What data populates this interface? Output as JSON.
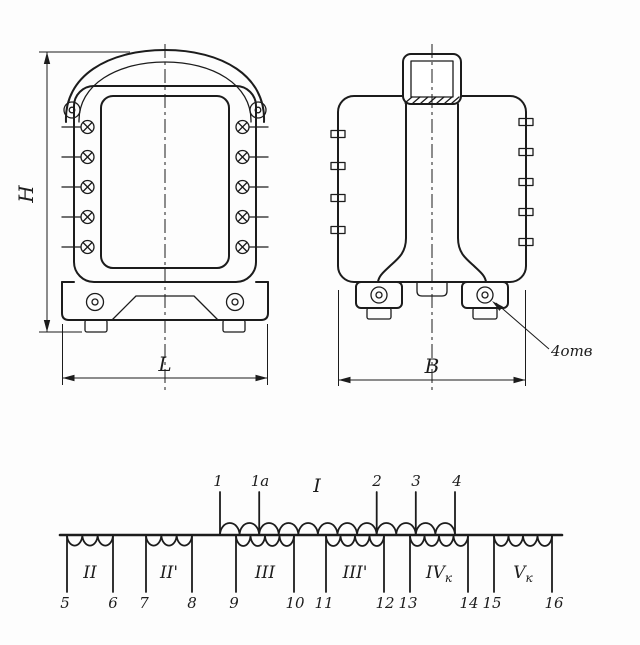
{
  "drawing": {
    "background": "#fdfdfd",
    "ink": "#1c1c1c"
  },
  "front_view": {
    "height_dim_label": "H",
    "length_dim_label": "L"
  },
  "side_view": {
    "width_dim_label": "B",
    "holes_note": "4отв"
  },
  "schematic": {
    "primary": {
      "label": "I",
      "terminals": [
        "1",
        "1а",
        "2",
        "3",
        "4"
      ]
    },
    "secondaries": [
      {
        "label": "II",
        "sub": "",
        "terminals": [
          "5",
          "6"
        ]
      },
      {
        "label": "II'",
        "sub": "",
        "terminals": [
          "7",
          "8"
        ]
      },
      {
        "label": "III",
        "sub": "",
        "terminals": [
          "9",
          "10"
        ]
      },
      {
        "label": "III'",
        "sub": "",
        "terminals": [
          "11",
          "12"
        ]
      },
      {
        "label": "IV",
        "sub": "к",
        "terminals": [
          "13",
          "14"
        ]
      },
      {
        "label": "V",
        "sub": "к",
        "terminals": [
          "15",
          "16"
        ]
      }
    ]
  }
}
